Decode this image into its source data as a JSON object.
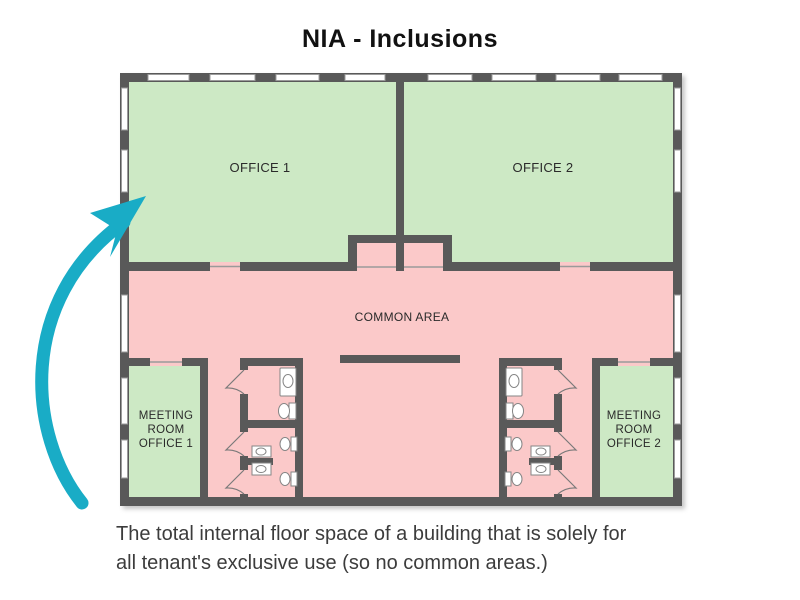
{
  "title": "NIA - Inclusions",
  "caption": "The total internal floor space of a building that is solely for\nall tenant's exclusive use (so no common areas.)",
  "floor_plan": {
    "rooms": {
      "office_1": "OFFICE 1",
      "office_2": "OFFICE 2",
      "common_area": "COMMON AREA",
      "meeting_room_1": "MEETING\nROOM\nOFFICE 1",
      "meeting_room_2": "MEETING\nROOM\nOFFICE 2"
    }
  },
  "colors": {
    "wall": "#595959",
    "office_fill": "#cde9c5",
    "common_fill": "#fbc9c9",
    "window": "#ffffff",
    "window_frame": "#9b9b9b",
    "arrow": "#19acc6",
    "label_text": "#2a2a2a",
    "title_text": "#111111",
    "caption_text": "#3c3c3c"
  }
}
